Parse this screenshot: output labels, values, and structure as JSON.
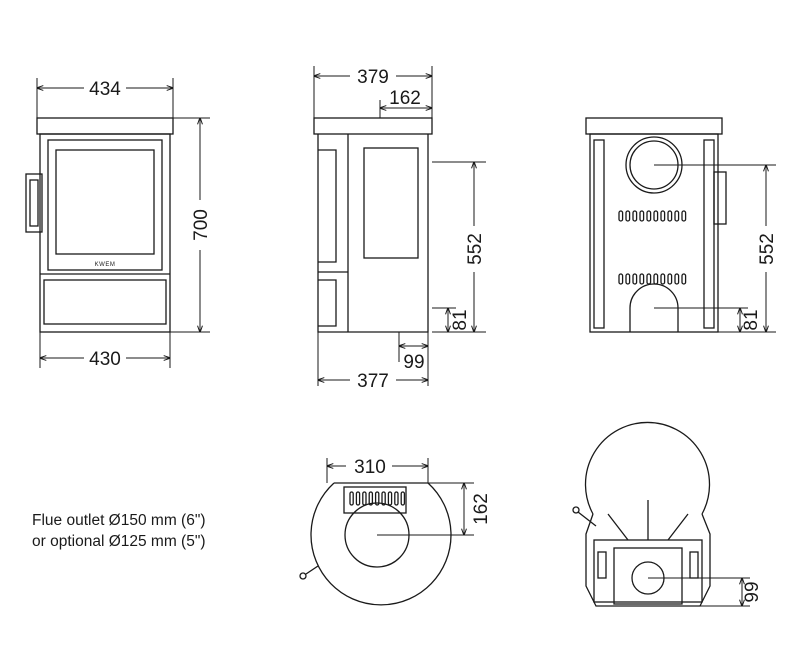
{
  "colors": {
    "line": "#1a1a1a",
    "background": "#ffffff"
  },
  "brand": "KWEM",
  "note": {
    "line1": "Flue outlet Ø150 mm (6\")",
    "line2": "or optional Ø125 mm (5\")"
  },
  "front_view": {
    "width_top": "434",
    "width_bottom": "430",
    "height": "700"
  },
  "side_view": {
    "depth_top": "379",
    "flue_offset": "162",
    "flue_height": "552",
    "air_inlet_height": "81",
    "air_inlet_offset": "99",
    "depth_bottom": "377"
  },
  "back_view": {
    "flue_height": "552",
    "air_inlet_height": "81"
  },
  "top_view": {
    "width": "310",
    "flue_offset": "162"
  },
  "bottom_view": {
    "air_inlet_height": "99"
  }
}
